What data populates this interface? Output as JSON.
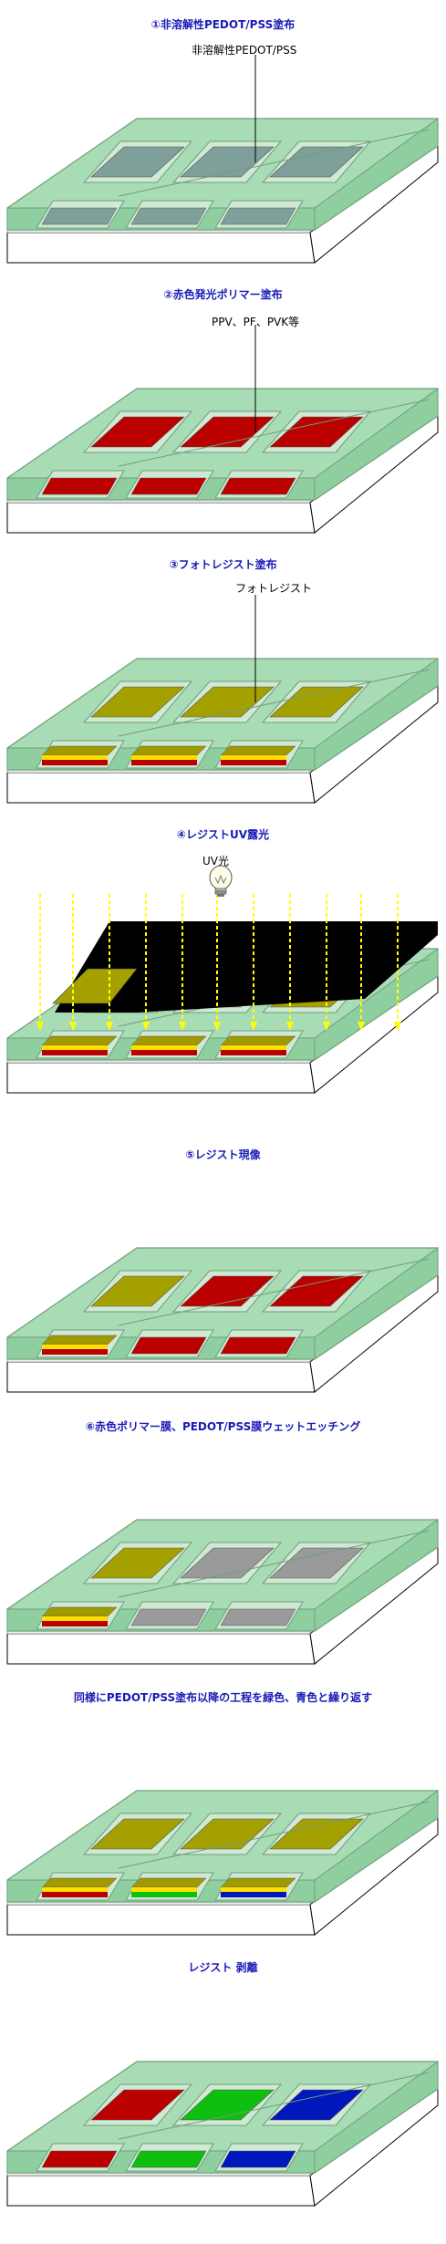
{
  "colors": {
    "bank_top": "#a8dcb4",
    "bank_side": "#8fcf9f",
    "bank_rim": "#6e9e7a",
    "glass_top": "#ececec",
    "glass_side": "#ffffff",
    "pedot": "#7e9f9a",
    "red": "#bb0000",
    "resist": "#a09a00",
    "resist_top": "#a3a000",
    "yellow": "#ffdf00",
    "gray": "#9a9a9a",
    "green": "#0fbf0f",
    "blue": "#0017bb",
    "mask": "#000000",
    "uv": "#ffff00",
    "title": "#1a1ab8"
  },
  "steps": [
    {
      "title": "①非溶解性PEDOT/PSS塗布",
      "callout": "非溶解性PEDOT/PSS",
      "wells": "pedot",
      "bottom": [
        "pedot",
        "pedot",
        "pedot"
      ],
      "top": [
        "pedot",
        "pedot",
        "pedot"
      ]
    },
    {
      "title": "②赤色発光ポリマー塗布",
      "callout": "PPV、PF、PVK等",
      "wells": "red",
      "bottom": [
        "red",
        "red",
        "red"
      ],
      "top": [
        "red",
        "red",
        "red"
      ]
    },
    {
      "title": "③フォトレジスト塗布",
      "callout": "フォトレジスト",
      "bottom": [
        "rr",
        "rr",
        "rr"
      ],
      "top": [
        "resist",
        "resist",
        "resist"
      ]
    },
    {
      "title": "④レジストUV露光",
      "callout": "UV光",
      "bottom": [
        "rr",
        "rr",
        "rr"
      ],
      "top": [
        "resist",
        "resist",
        "resist"
      ],
      "mask": true
    },
    {
      "title": "⑤レジスト現像",
      "callout": "",
      "bottom": [
        "rr",
        "red",
        "red"
      ],
      "top": [
        "resist",
        "red",
        "red"
      ]
    },
    {
      "title": "⑥赤色ポリマー膜、PEDOT/PSS膜ウェットエッチング",
      "callout": "",
      "bottom": [
        "rr",
        "gray",
        "gray"
      ],
      "top": [
        "resist",
        "gray",
        "gray"
      ]
    },
    {
      "title": "同様にPEDOT/PSS塗布以降の工程を緑色、青色と繰り返す",
      "callout": "",
      "bottom": [
        "rr",
        "rg",
        "rb"
      ],
      "top": [
        "resist",
        "resist",
        "resist"
      ]
    },
    {
      "title": "レジスト 剥離",
      "callout": "",
      "bottom": [
        "red",
        "green",
        "blue"
      ],
      "top": [
        "red",
        "green",
        "blue"
      ]
    }
  ]
}
